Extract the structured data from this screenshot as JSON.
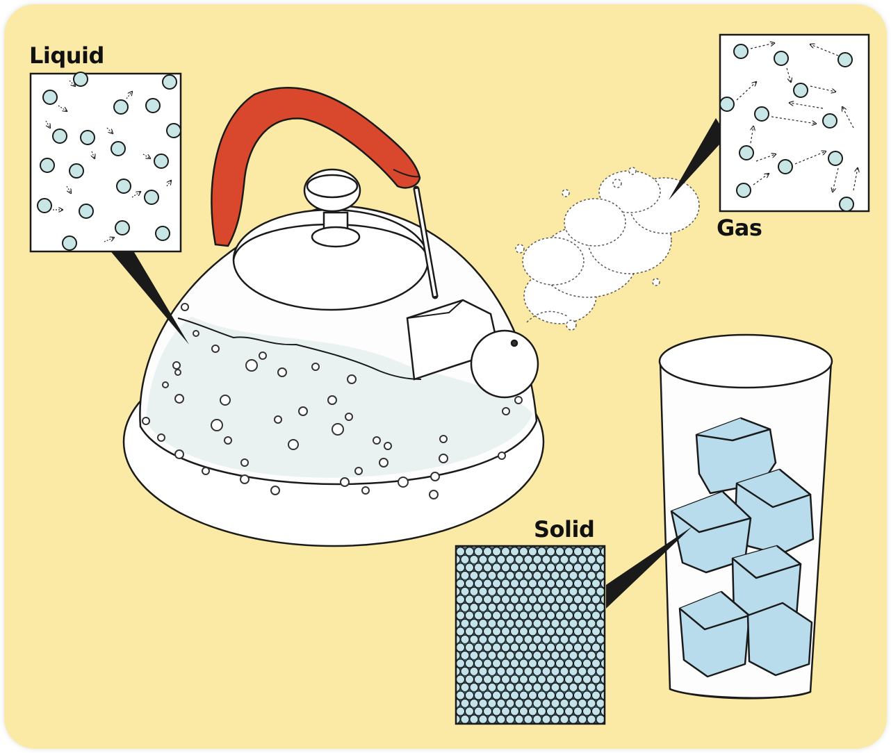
{
  "labels": {
    "liquid": "Liquid",
    "gas": "Gas",
    "solid": "Solid"
  },
  "colors": {
    "background": "#fbeaa6",
    "particle": "#c9e6e6",
    "ice": "#b9dcec",
    "handle": "#d9482c",
    "outline": "#1a1a1a"
  }
}
